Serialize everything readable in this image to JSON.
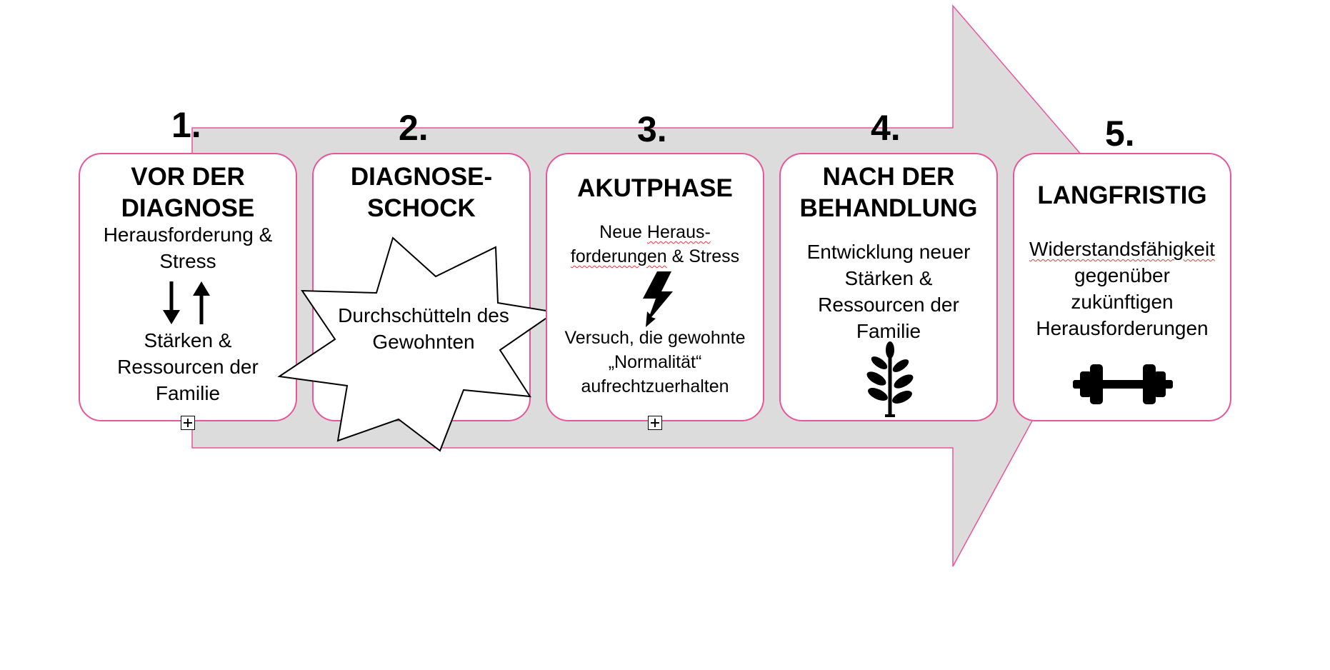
{
  "steps": [
    {
      "number": "1.",
      "title_lines": [
        "VOR DER",
        "DIAGNOSE"
      ],
      "text_top_lines": [
        "Herausforderung &",
        "Stress"
      ],
      "text_bottom_lines": [
        "Stärken &",
        "Ressourcen der",
        "Familie"
      ],
      "icon": "up-down-arrows-icon"
    },
    {
      "number": "2.",
      "title_lines": [
        "DIAGNOSE-",
        "SCHOCK"
      ],
      "star_text_lines": [
        "Durchschütteln des",
        "Gewohnten"
      ],
      "icon": "explosion-star-shape"
    },
    {
      "number": "3.",
      "title_lines": [
        "AKUTPHASE"
      ],
      "text_top_part1": "Neue ",
      "text_top_part2": "Heraus-",
      "text_top_line2a": "forderungen",
      "text_top_line2b": " & Stress",
      "text_bottom_lines": [
        "Versuch, die gewohnte",
        "„Normalität“",
        "aufrechtzuerhalten"
      ],
      "icon": "lightning-icon"
    },
    {
      "number": "4.",
      "title_lines": [
        "NACH DER",
        "BEHANDLUNG"
      ],
      "text_lines": [
        "Entwicklung neuer",
        "Stärken &",
        "Ressourcen der",
        "Familie"
      ],
      "icon": "plant-icon"
    },
    {
      "number": "5.",
      "title_lines": [
        "LANGFRISTIG"
      ],
      "text_lines": [
        "Widerstandsfähigkeit",
        "gegenüber",
        "zukünftigen",
        "Herausforderungen"
      ],
      "icon": "dumbbell-icon"
    }
  ],
  "colors": {
    "card_border": "#e8559b",
    "arrow_fill": "#dcdcdc",
    "arrow_stroke": "#e8559b",
    "spellcheck_underline": "#e53935"
  }
}
